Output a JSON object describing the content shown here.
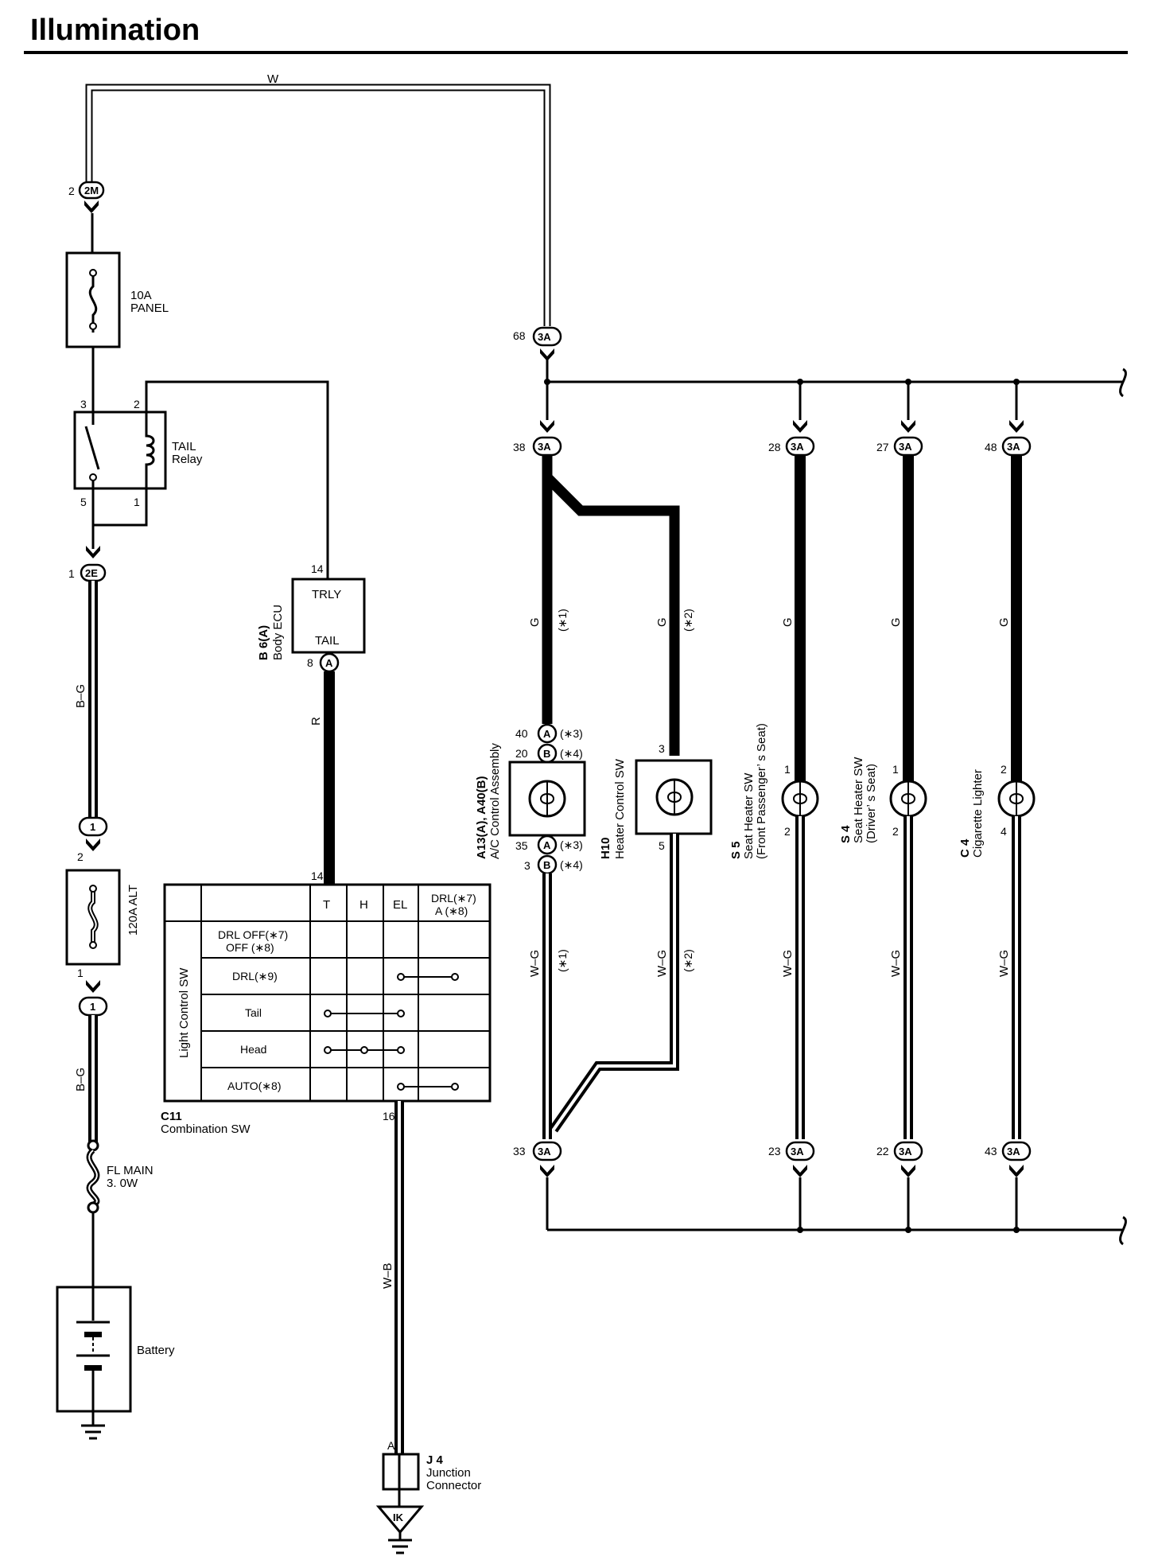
{
  "title": "Illumination",
  "wires": {
    "top": "W",
    "bg1": "B–G",
    "bg2": "B–G",
    "r": "R",
    "wb": "W–B",
    "g": "G",
    "wg": "W–G",
    "note1": "(∗1)",
    "note2": "(∗2)"
  },
  "connectors": {
    "c2M": "2M",
    "c2E": "2E",
    "c1": "1",
    "c3A": "3A",
    "cA": "A",
    "cB": "B",
    "cIK": "IK"
  },
  "pins": {
    "p2": "2",
    "p1": "1",
    "p3": "3",
    "p5": "5",
    "p14": "14",
    "p8": "8",
    "p16": "16",
    "p68": "68",
    "p38": "38",
    "p28": "28",
    "p27": "27",
    "p48": "48",
    "p33": "33",
    "p23": "23",
    "p22": "22",
    "p43": "43",
    "p40": "40",
    "p20": "20",
    "p35": "35",
    "p4": "4",
    "star3": "(∗3)",
    "star4": "(∗4)",
    "pA": "A"
  },
  "components": {
    "fuse_panel": [
      "10A",
      "PANEL"
    ],
    "tail_relay": [
      "TAIL",
      "Relay"
    ],
    "alt_fuse": "120A ALT",
    "fl_main": [
      "FL MAIN",
      "3. 0W"
    ],
    "battery": "Battery",
    "ecu_code": "B 6(A)",
    "ecu_name": "Body ECU",
    "ecu_trly": "TRLY",
    "ecu_tail": "TAIL",
    "comb_code": "C11",
    "comb_name": "Combination SW",
    "light_sw": "Light Control SW",
    "junction_code": "J 4",
    "junction_name": [
      "Junction",
      "Connector"
    ],
    "ac_code": "A13(A),  A40(B)",
    "ac_name": "A/C Control Assembly",
    "heater_code": "H10",
    "heater_name": "Heater Control SW",
    "s5_code": "S 5",
    "s5_name": [
      "Seat Heater SW",
      "(Front Passenger’ s Seat)"
    ],
    "s4_code": "S 4",
    "s4_name": [
      "Seat Heater SW",
      "(Driver’ s Seat)"
    ],
    "c4_code": "C 4",
    "c4_name": "Cigarette Lighter"
  },
  "switch_table": {
    "columns": [
      "T",
      "H",
      "EL",
      "DRL(∗7)",
      "A (∗8)"
    ],
    "rows": [
      [
        "DRL OFF(∗7)",
        "OFF (∗8)"
      ],
      [
        "DRL(∗9)"
      ],
      [
        "Tail"
      ],
      [
        "Head"
      ],
      [
        "AUTO(∗8)"
      ]
    ]
  }
}
